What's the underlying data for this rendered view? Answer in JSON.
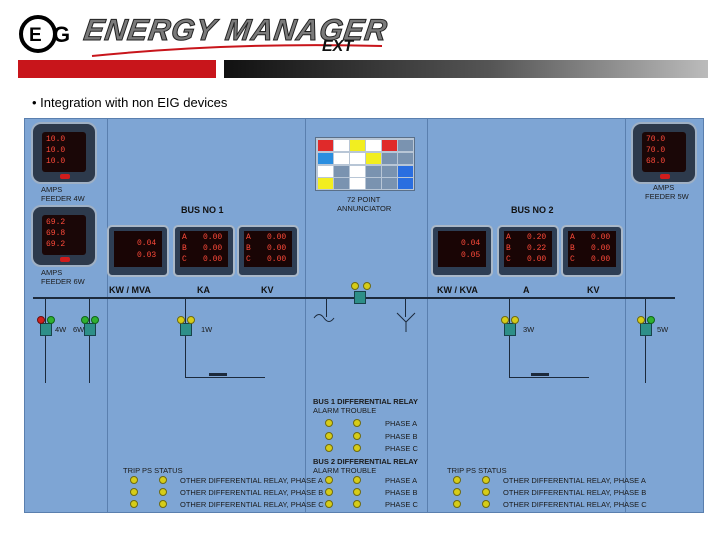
{
  "header": {
    "brand": "ENERGY MANAGER",
    "brand_sub": "EXT",
    "logo": "EIG",
    "bullet": "• Integration with non EIG devices"
  },
  "colors": {
    "red_bar": "#c8151b",
    "diagram_bg": "#7ea5d4",
    "led_yellow": "#d6cc18",
    "led_red": "#d0201c",
    "led_green": "#2fb030",
    "breaker": "#2d8f88"
  },
  "feeders": {
    "f4w": {
      "label1": "AMPS",
      "label2": "FEEDER 4W",
      "readings": [
        "10.0",
        "10.0",
        "10.0"
      ]
    },
    "f6w": {
      "label1": "AMPS",
      "label2": "FEEDER 6W",
      "readings": [
        "69.2",
        "69.8",
        "69.2"
      ]
    },
    "f5w": {
      "label1": "AMPS",
      "label2": "FEEDER 5W",
      "readings": [
        "70.0",
        "70.0",
        "68.0"
      ]
    }
  },
  "annunciator": {
    "label1": "72 POINT",
    "label2": "ANNUNCIATOR"
  },
  "bus1": {
    "title": "BUS NO 1",
    "kw_values": [
      "0.04",
      "0.03"
    ],
    "a_values": [
      "0.00",
      "0.00",
      "0.00"
    ],
    "v_values": [
      "0.00",
      "0.00",
      "0.00"
    ],
    "labels": [
      "KW / MVA",
      "KA",
      "KV"
    ]
  },
  "bus2": {
    "title": "BUS NO 2",
    "kw_values": [
      "0.04",
      "0.05"
    ],
    "a_values": [
      "0.20",
      "0.22",
      "0.00"
    ],
    "v_values": [
      "0.00",
      "0.00",
      "0.00"
    ],
    "labels": [
      "KW / KVA",
      "A",
      "KV"
    ]
  },
  "phase_letters": [
    "A",
    "B",
    "C"
  ],
  "breaker_labels": {
    "b4w": "4W",
    "b6w": "6W",
    "b1w": "1W",
    "b3w": "3W",
    "b5w": "5W"
  },
  "diff1": {
    "title": "BUS 1 DIFFERENTIAL RELAY",
    "cols": "ALARM      TROUBLE",
    "rows": [
      "PHASE A",
      "PHASE B",
      "PHASE C"
    ]
  },
  "diff2": {
    "title": "BUS 2 DIFFERENTIAL RELAY",
    "cols": "ALARM      TROUBLE",
    "rows": [
      "PHASE A",
      "PHASE B",
      "PHASE C"
    ]
  },
  "left_status": {
    "cols": "TRIP      PS STATUS",
    "rows": [
      "OTHER DIFFERENTIAL RELAY, PHASE A",
      "OTHER DIFFERENTIAL RELAY, PHASE B",
      "OTHER DIFFERENTIAL RELAY, PHASE C"
    ]
  },
  "right_status": {
    "cols": "TRIP      PS STATUS",
    "rows": [
      "OTHER DIFFERENTIAL RELAY, PHASE A",
      "OTHER DIFFERENTIAL RELAY, PHASE B",
      "OTHER DIFFERENTIAL RELAY, PHASE C"
    ]
  }
}
